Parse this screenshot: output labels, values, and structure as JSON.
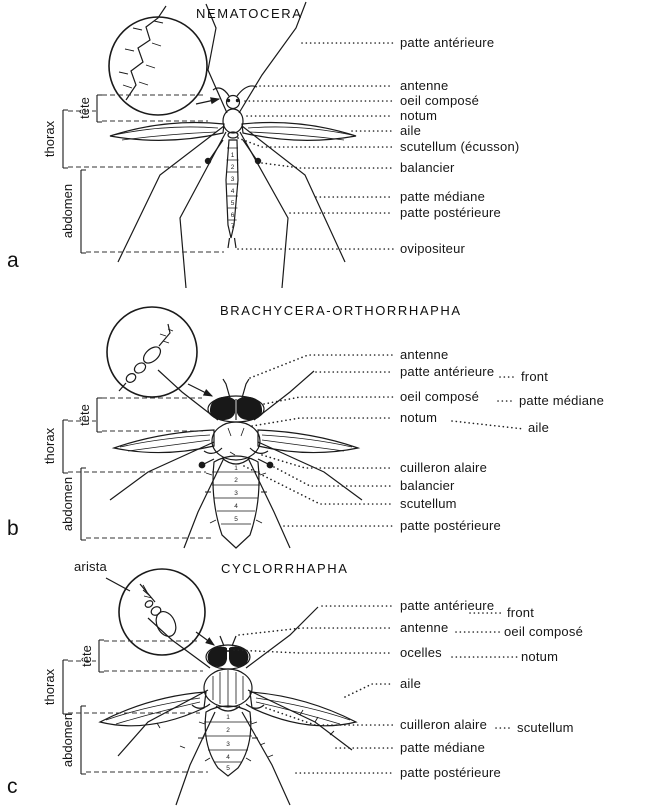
{
  "figure": {
    "background": "#ffffff",
    "ink": "#1a1a1a"
  },
  "panels": [
    {
      "letter": "a",
      "title": "NEMATOCERA",
      "regions": {
        "head": "tête",
        "thorax": "thorax",
        "abdomen": "abdomen"
      },
      "labels": {
        "patte_anterieure": "patte antérieure",
        "antenne": "antenne",
        "oeil_compose": "oeil composé",
        "notum": "notum",
        "aile": "aile",
        "scutellum": "scutellum (écusson)",
        "balancier": "balancier",
        "patte_mediane": "patte médiane",
        "patte_posterieure": "patte postérieure",
        "ovipositeur": "ovipositeur"
      },
      "segments": [
        "1",
        "2",
        "3",
        "4",
        "5",
        "6",
        "7"
      ]
    },
    {
      "letter": "b",
      "title": "BRACHYCERA-ORTHORRHAPHA",
      "regions": {
        "head": "tête",
        "thorax": "thorax",
        "abdomen": "abdomen"
      },
      "labels": {
        "antenne": "antenne",
        "patte_anterieure": "patte antérieure",
        "front": "front",
        "oeil_compose": "oeil composé",
        "patte_mediane": "patte médiane",
        "notum": "notum",
        "aile": "aile",
        "cuilleron_alaire": "cuilleron alaire",
        "balancier": "balancier",
        "scutellum": "scutellum",
        "patte_posterieure": "patte postérieure"
      },
      "segments": [
        "1",
        "2",
        "3",
        "4",
        "5"
      ]
    },
    {
      "letter": "c",
      "title": "CYCLORRHAPHA",
      "inset_label": "arista",
      "regions": {
        "head": "tête",
        "thorax": "thorax",
        "abdomen": "abdomen"
      },
      "labels": {
        "patte_anterieure": "patte antérieure",
        "front": "front",
        "antenne": "antenne",
        "oeil_compose": "oeil composé",
        "ocelles": "ocelles",
        "notum": "notum",
        "aile": "aile",
        "cuilleron_alaire": "cuilleron alaire",
        "scutellum": "scutellum",
        "patte_mediane": "patte médiane",
        "patte_posterieure": "patte postérieure"
      },
      "segments": [
        "1",
        "2",
        "3",
        "4",
        "5"
      ]
    }
  ]
}
